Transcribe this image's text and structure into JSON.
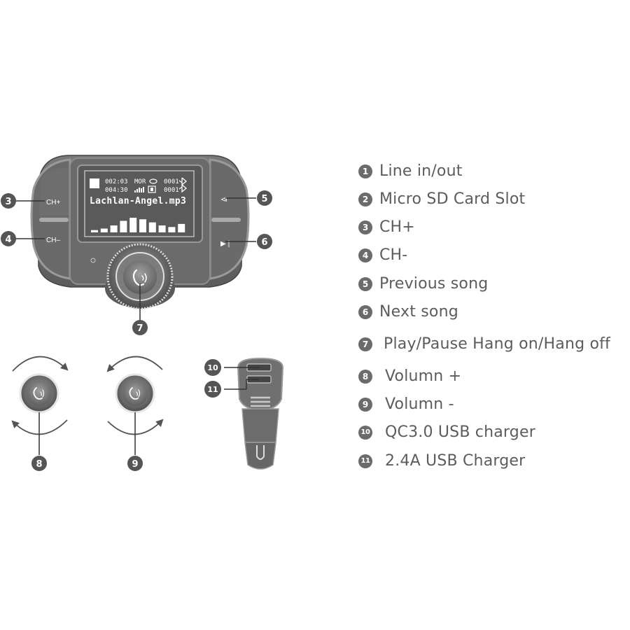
{
  "device": {
    "screen": {
      "time_top": "002:03",
      "mode_label": "MOR",
      "count_top": "0001",
      "time_bottom": "004:30",
      "count_bottom": "0001",
      "song_title": "Lachlan-Angel.mp3",
      "eq_levels": [
        0.15,
        0.25,
        0.45,
        0.75,
        0.95,
        0.85,
        0.65,
        0.45,
        0.35,
        0.55
      ]
    },
    "left_buttons": {
      "top": "CH+",
      "bottom": "CH–"
    },
    "right_buttons": {
      "top": "⧏",
      "bottom": "▶❘"
    }
  },
  "callouts": [
    "3",
    "4",
    "5",
    "6",
    "7",
    "8",
    "9",
    "10",
    "11"
  ],
  "legend": [
    {
      "num": "1",
      "text": "Line in/out"
    },
    {
      "num": "2",
      "text": "Micro SD Card Slot"
    },
    {
      "num": "3",
      "text": "CH+"
    },
    {
      "num": "4",
      "text": "CH-"
    },
    {
      "num": "5",
      "text": "Previous song"
    },
    {
      "num": "6",
      "text": "Next song"
    },
    {
      "num": "7",
      "text": "Play/Pause Hang on/Hang off"
    },
    {
      "num": "8",
      "text": "Volumn +"
    },
    {
      "num": "9",
      "text": "Volumn -"
    },
    {
      "num": "10",
      "text": "QC3.0 USB charger"
    },
    {
      "num": "11",
      "text": "2.4A USB Charger"
    }
  ],
  "colors": {
    "body": "#6e6e6e",
    "dark": "#4a4a4a",
    "light": "#8a8a8a",
    "screen": "#5a5a5a",
    "line": "#333333"
  }
}
